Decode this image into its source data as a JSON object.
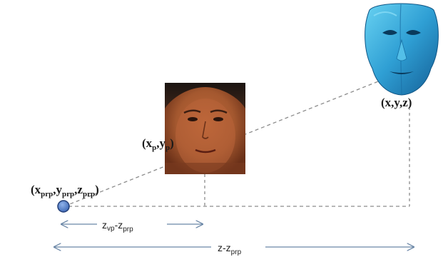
{
  "diagram": {
    "labels": {
      "prp": {
        "base": "(x",
        "s1": "prp",
        "c1": ",y",
        "s2": "prp",
        "c2": ",z",
        "s3": "prp",
        "close": ")"
      },
      "proj": {
        "base": "(x",
        "s1": "p",
        "c1": ",y",
        "s2": "p",
        "close": ")"
      },
      "obj": "(x,y,z)"
    },
    "dimensions": {
      "vp": {
        "a": "z",
        "a_sub": "vp",
        "minus": "-z",
        "b_sub": "prp"
      },
      "obj": {
        "minus": "z-z",
        "b_sub": "prp"
      }
    },
    "colors": {
      "dashed_line": "#8c8c8c",
      "arrow": "#6a86a6",
      "prp_point_fill": "#4a78c4",
      "prp_point_stroke": "#233f78",
      "face_photo_skin": "#a4582f",
      "mask_blue": "#3aa6d6"
    },
    "icons": {
      "photo": "face-photo",
      "mask": "face-mask-3d"
    }
  }
}
